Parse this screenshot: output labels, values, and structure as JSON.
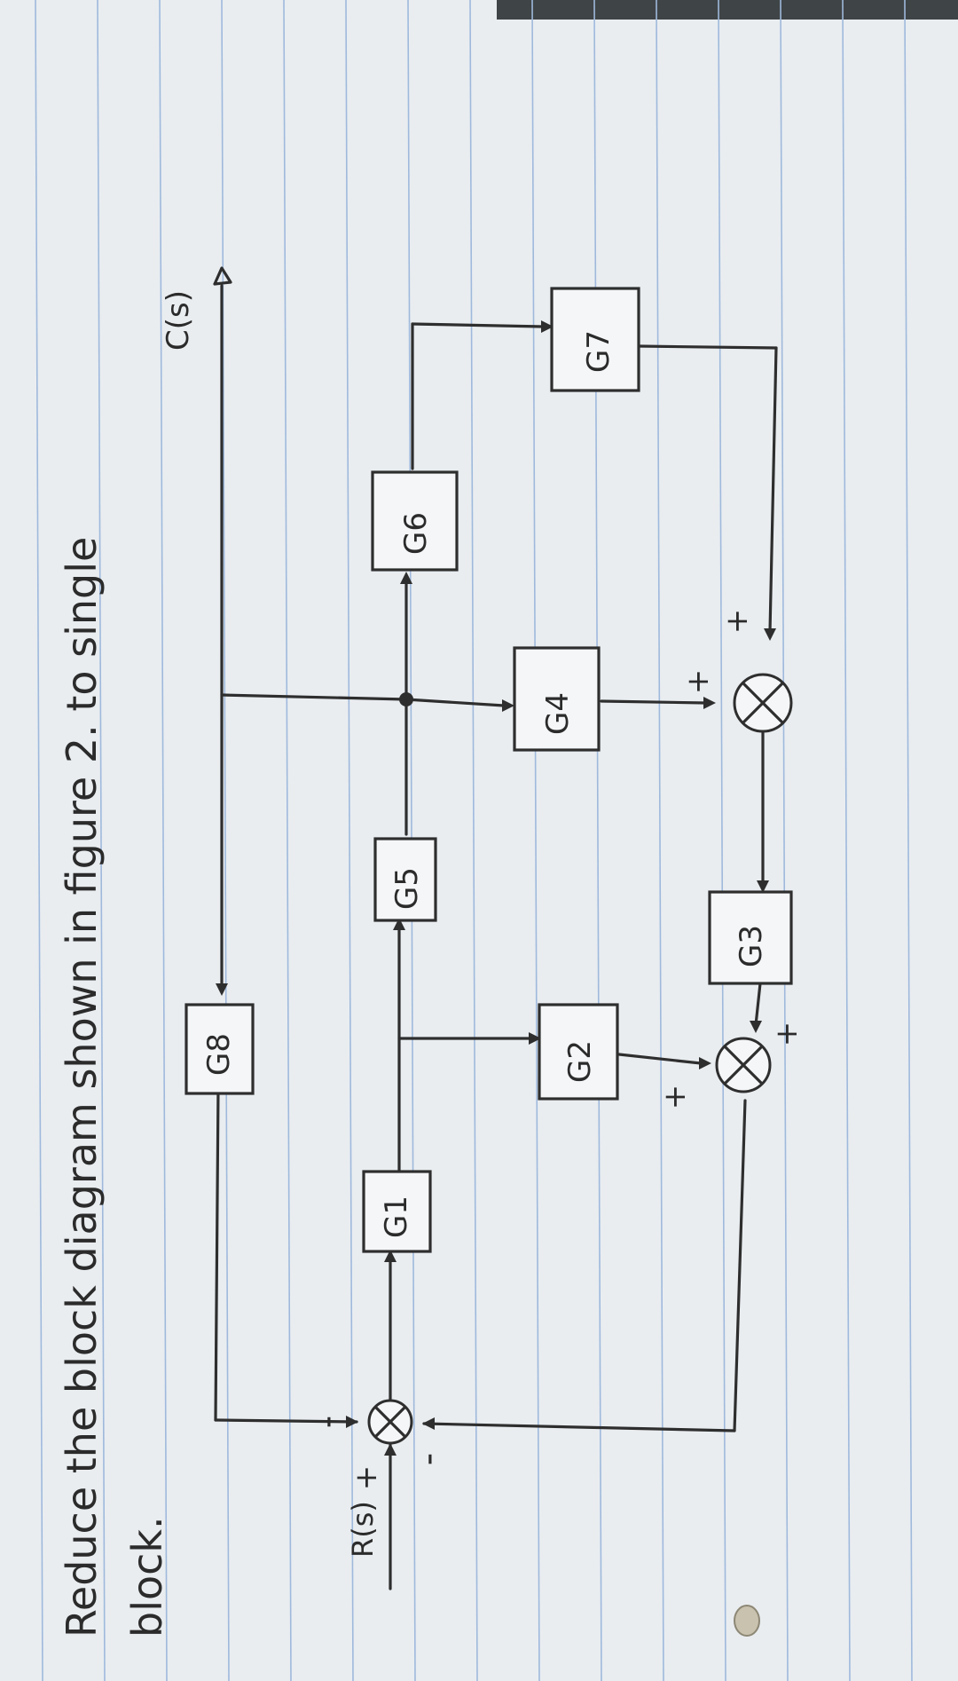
{
  "title": {
    "line1": "Reduce the block diagram shown in figure 2. to single",
    "line2": "block."
  },
  "signals": {
    "input": "R(s)",
    "output": "C(s)"
  },
  "blocks": {
    "g1": "G1",
    "g2": "G2",
    "g3": "G3",
    "g4": "G4",
    "g5": "G5",
    "g6": "G6",
    "g7": "G7",
    "g8": "G8"
  },
  "signs": {
    "s1_top": "-",
    "s1_left": "+",
    "s1_bottom": "-",
    "s2_left": "+",
    "s2_right": "+",
    "s3_left": "+",
    "s3_right": "+"
  },
  "colors": {
    "paper": "#e9edf0",
    "ink": "#2e2e2e",
    "ruling": "#9fb9dc"
  }
}
